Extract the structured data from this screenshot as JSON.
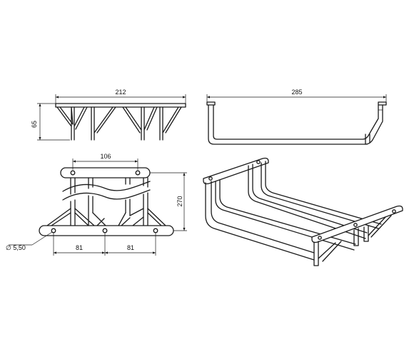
{
  "dimensions": {
    "top_width": "212",
    "top_height": "65",
    "side_length": "285",
    "plan_inner_width": "106",
    "plan_depth": "270",
    "hole_diameter": "∅ 5,50",
    "hole_spacing_left": "81",
    "hole_spacing_right": "81"
  },
  "colors": {
    "line": "#1a1a1a",
    "background": "#ffffff"
  }
}
